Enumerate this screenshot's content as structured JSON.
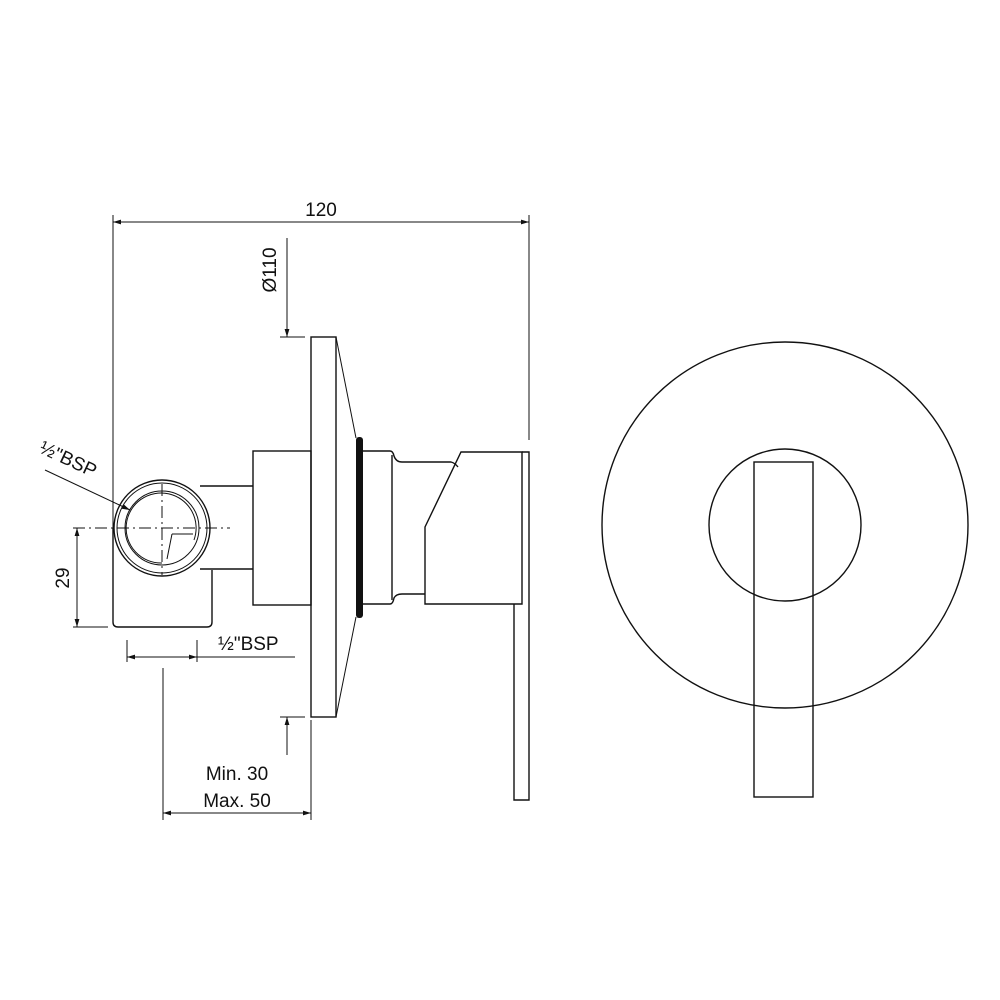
{
  "dimensions": {
    "overall_width": "120",
    "plate_diameter": "Ø110",
    "inlet_height": "29",
    "inlet_thread_side": "½\"BSP",
    "inlet_thread_bottom": "½\"BSP",
    "wall_depth_min": "Min. 30",
    "wall_depth_max": "Max. 50"
  }
}
